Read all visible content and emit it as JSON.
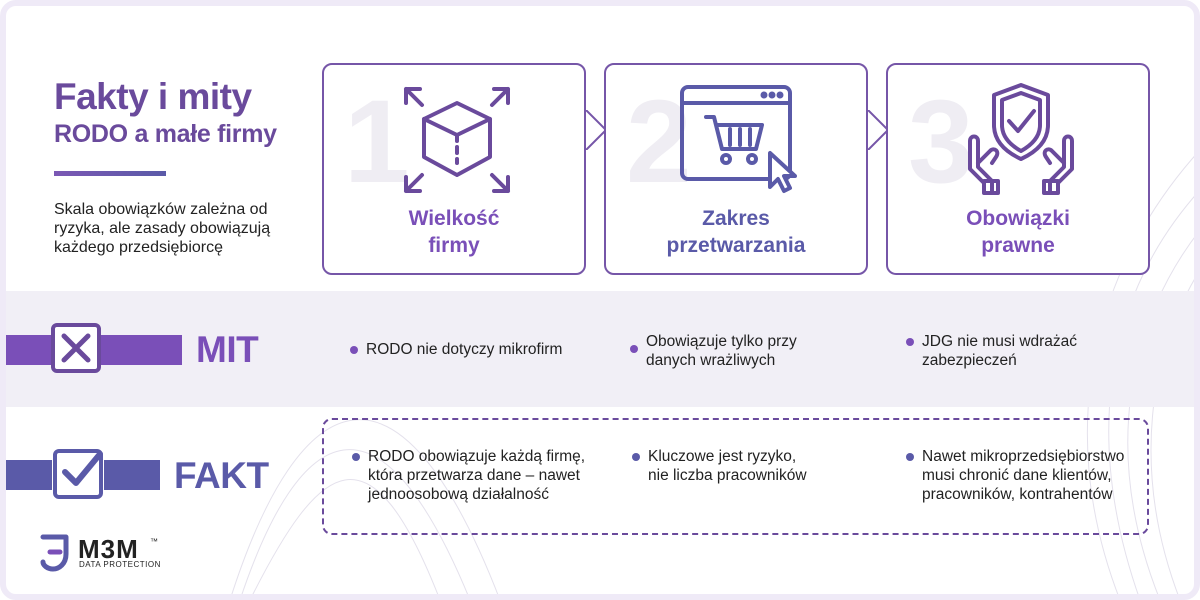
{
  "header": {
    "title": "Fakty i mity",
    "subtitle": "RODO a małe firmy",
    "intro": "Skala obowiązków zależna od ryzyka, ale zasady obowiązują każdego przedsiębiorcę"
  },
  "cards": [
    {
      "number": "1",
      "line1": "Wielkość",
      "line2": "firmy",
      "icon": "cube-expand-icon",
      "color": "#7a4fb8"
    },
    {
      "number": "2",
      "line1": "Zakres",
      "line2": "przetwarzania",
      "icon": "shopping-cart-browser-icon",
      "color": "#5a5aa8"
    },
    {
      "number": "3",
      "line1": "Obowiązki",
      "line2": "prawne",
      "icon": "shield-hands-icon",
      "color": "#7a4fb8"
    }
  ],
  "mit": {
    "label": "MIT",
    "icon": "x-mark-icon",
    "items": [
      {
        "line1": "RODO nie dotyczy mikrofirm",
        "line2": ""
      },
      {
        "line1": "Obowiązuje tylko przy",
        "line2": "danych wrażliwych"
      },
      {
        "line1": "JDG nie musi wdrażać",
        "line2": "zabezpieczeń"
      }
    ]
  },
  "fakt": {
    "label": "FAKT",
    "icon": "checkmark-icon",
    "items": [
      {
        "line1": "RODO obowiązuje każdą firmę,",
        "line2": "która przetwarza dane – nawet",
        "line3": "jednoosobową działalność"
      },
      {
        "line1": "Kluczowe jest ryzyko,",
        "line2": "nie liczba pracowników",
        "line3": ""
      },
      {
        "line1": "Nawet mikroprzedsiębiorstwo",
        "line2": "musi chronić dane klientów,",
        "line3": "pracowników, kontrahentów"
      }
    ]
  },
  "logo": {
    "name": "M3M",
    "tm": "™",
    "tagline": "DATA PROTECTION"
  },
  "colors": {
    "purple": "#6a4a9c",
    "violet": "#7a4fb8",
    "indigo": "#5a5aa8",
    "band": "#f1eff6"
  }
}
